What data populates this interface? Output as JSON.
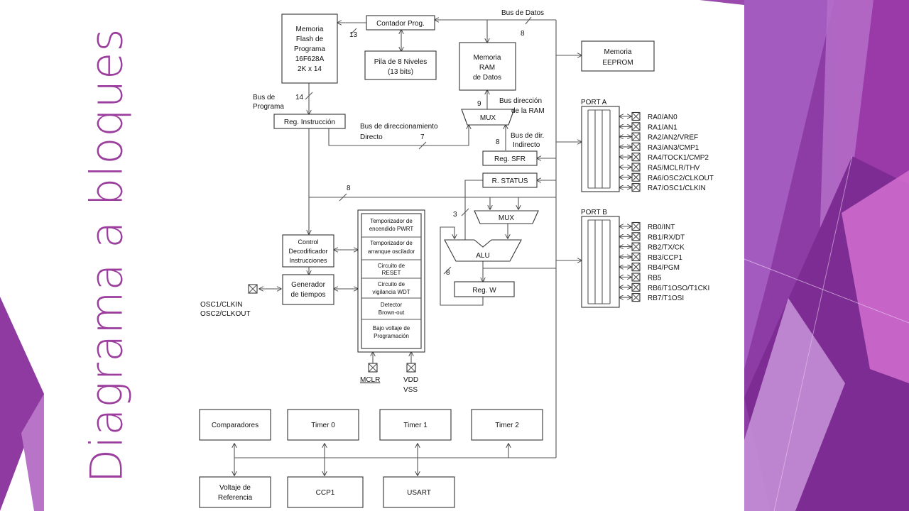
{
  "slide": {
    "title": "Diagrama a bloques",
    "colors": {
      "accent": "#9b3e9e",
      "purple_dark": "#7a2f8f",
      "purple_mid": "#a447b3",
      "purple_light": "#c77fd0",
      "pink": "#d46fd0"
    }
  },
  "diagram": {
    "blocks": {
      "flash": [
        "Memoria",
        "Flash de",
        "Programa",
        "16F628A",
        "2K x 14"
      ],
      "counter": "Contador Prog.",
      "stack": [
        "Pila de 8 Niveles",
        "(13 bits)"
      ],
      "ram": [
        "Memoria",
        "RAM",
        "de Datos"
      ],
      "eeprom": [
        "Memoria",
        "EEPROM"
      ],
      "reg_instr": "Reg. Instrucción",
      "mux_top": "MUX",
      "reg_sfr": "Reg. SFR",
      "status": "R. STATUS",
      "mux_alu": "MUX",
      "alu": "ALU",
      "reg_w": "Reg. W",
      "control": [
        "Control",
        "Decodificador",
        "Instrucciones"
      ],
      "timing": [
        "Generador",
        "de tiempos"
      ],
      "timers": [
        [
          "Temporizador de",
          "encendido PWRT"
        ],
        [
          "Temporizador de",
          "arranque oscilador"
        ],
        [
          "Circuito de",
          "RESET"
        ],
        [
          "Circuito de",
          "vigilancia WDT"
        ],
        [
          "Detector",
          "Brown-out"
        ],
        [
          "Bajo voltaje de",
          "Programación"
        ]
      ],
      "comparadores": "Comparadores",
      "timer0": "Timer 0",
      "timer1": "Timer 1",
      "timer2": "Timer 2",
      "vref": [
        "Voltaje de",
        "Referencia"
      ],
      "ccp1": "CCP1",
      "usart": "USART"
    },
    "labels": {
      "bus_datos": "Bus de Datos",
      "bus_datos_width": "8",
      "flash_width": "13",
      "bus_programa": [
        "Bus de",
        "Programa"
      ],
      "bus_programa_width": "14",
      "bus_dir_ram": [
        "Bus dirección",
        "de la RAM"
      ],
      "bus_dir_ram_width": "9",
      "bus_dir_directo": [
        "Bus de direccionamiento",
        "Directo"
      ],
      "bus_dir_directo_width": "7",
      "bus_dir_indirecto": [
        "Bus de dir.",
        "Indirecto"
      ],
      "bus_dir_indirecto_width": "8",
      "instr_bus_width": "8",
      "mux_alu_width": "3",
      "alu_w_width": "8",
      "osc": [
        "OSC1/CLKIN",
        "OSC2/CLKOUT"
      ],
      "mclr": "MCLR",
      "vdd_vss": [
        "VDD",
        "VSS"
      ]
    },
    "port_a": {
      "title": "PORT A",
      "pins": [
        "RA0/AN0",
        "RA1/AN1",
        "RA2/AN2/VREF",
        "RA3/AN3/CMP1",
        "RA4/TOCK1/CMP2",
        "RA5/MCLR/THV",
        "RA6/OSC2/CLKOUT",
        "RA7/OSC1/CLKIN"
      ]
    },
    "port_b": {
      "title": "PORT B",
      "pins": [
        "RB0/INT",
        "RB1/RX/DT",
        "RB2/TX/CK",
        "RB3/CCP1",
        "RB4/PGM",
        "RB5",
        "RB6/T1OSO/T1CKI",
        "RB7/T1OSI"
      ]
    }
  }
}
